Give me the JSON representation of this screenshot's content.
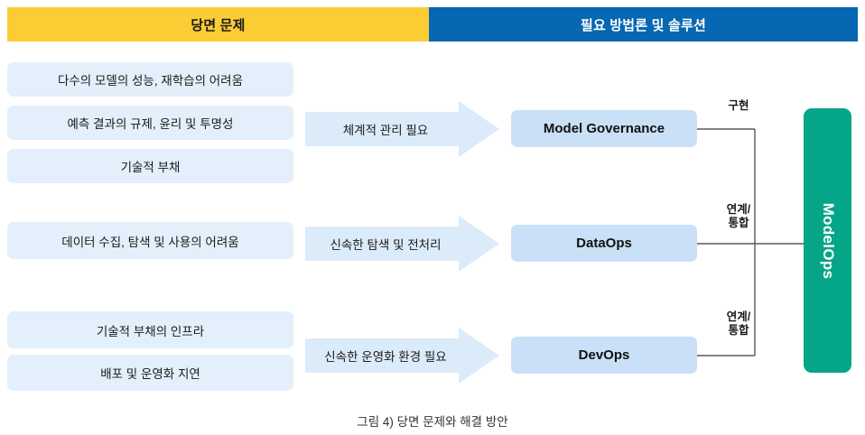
{
  "header": {
    "left_label": "당면 문제",
    "right_label": "필요 방법론 및 솔루션",
    "left_color": "#FCCC35",
    "right_color": "#0667B2"
  },
  "problems": [
    {
      "label": "다수의 모델의 성능, 재학습의 어려움"
    },
    {
      "label": "예측 결과의 규제, 윤리 및 투명성"
    },
    {
      "label": "기술적 부채"
    },
    {
      "label": "데이터 수집, 탐색 및 사용의 어려움"
    },
    {
      "label": "기술적 부채의 인프라"
    },
    {
      "label": "배포 및 운영화 지연"
    }
  ],
  "arrows": [
    {
      "label": "체계적 관리 필요"
    },
    {
      "label": "신속한 탐색 및 전처리"
    },
    {
      "label": "신속한 운영화 환경 필요"
    }
  ],
  "solutions": [
    {
      "label": "Model Governance"
    },
    {
      "label": "DataOps"
    },
    {
      "label": "DevOps"
    }
  ],
  "connectors": [
    {
      "label": "구현"
    },
    {
      "label": "연계/\n통합"
    },
    {
      "label": "연계/\n통합"
    }
  ],
  "connector_labels": {
    "top_line1": "구현",
    "mid_line1": "연계/",
    "mid_line2": "통합",
    "bot_line1": "연계/",
    "bot_line2": "통합"
  },
  "modelops": {
    "label": "ModelOps",
    "color": "#05A587"
  },
  "caption": "그림 4) 당면 문제와 해결 방안",
  "colors": {
    "problem_box": "#E3F0FB",
    "arrow_fill": "#DCEBFA",
    "solution_box": "#C9E0F7",
    "line": "#595959"
  }
}
